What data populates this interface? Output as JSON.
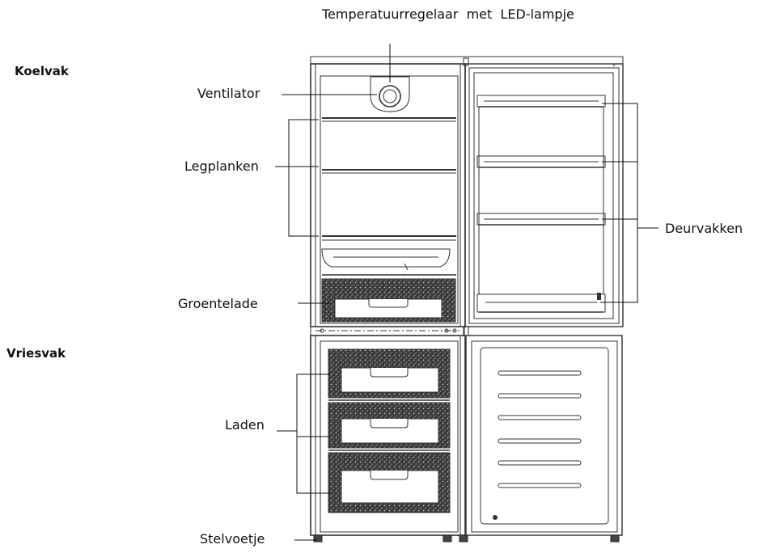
{
  "labels": {
    "temperature_control": "Temperatuurregelaar  met  LED-lampje",
    "fridge_section": "Koelvak",
    "freezer_section": "Vriesvak",
    "fan": "Ventilator",
    "shelves": "Legplanken",
    "door_racks": "Deurvakken",
    "crisper_drawer": "Groentelade",
    "drawers": "Laden",
    "adjustable_feet": "Stelvoetje"
  }
}
